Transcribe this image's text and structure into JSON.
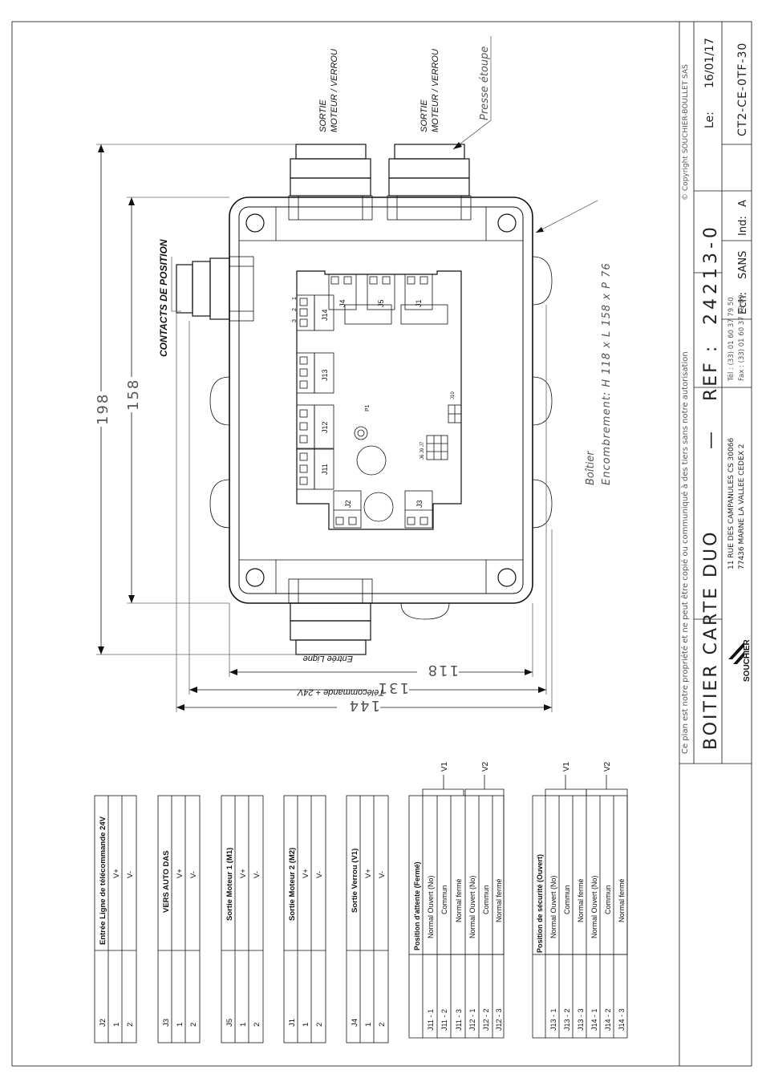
{
  "title_block": {
    "copyright_notice": "Ce plan est notre propriété et ne peut être copié ou communiqué à des tiers sans notre autorisation",
    "copyright": "© Copyright SOUCHIER-BOULLET SAS",
    "title": "BOITIER CARTE DUO",
    "dash": "—",
    "ref_label": "REF :",
    "ref": "24213-0",
    "date_label": "Le:",
    "date": "16/01/17",
    "code": "CT2-CE-0TF-30",
    "scale_label": "Ech:",
    "scale": "SANS",
    "index_label": "Ind:",
    "index": "A",
    "company": "SOUCHIER",
    "address_1": "11 RUE DES CAMPANULES CS 30066",
    "address_2": "77436 MARNE LA VALLEE CEDEX 2",
    "tel": "Tél : (33) 01 60 37 79 50",
    "fax": "Fax : (33) 01 60 37 79 89"
  },
  "drawing": {
    "label_sortie_1": "SORTIE",
    "label_sortie_1b": "MOTEUR / VERROU",
    "label_sortie_2": "SORTIE",
    "label_sortie_2b": "MOTEUR / VERROU",
    "presse_etoupe": "Presse étoupe",
    "contacts_position": "CONTACTS DE POSITION",
    "boitier": "Boîtier",
    "encombrement": "Encombrement: H 118 x L 158 x P 76",
    "entree_ligne": "Entrée Ligne",
    "telecommande": "Télécommande + 24V",
    "dim_198": "198",
    "dim_158": "158",
    "dim_118": "118",
    "dim_131": "131",
    "dim_144": "144",
    "connectors": [
      "J4",
      "J5",
      "J1",
      "J14",
      "J13",
      "J12",
      "J11",
      "J2",
      "J3",
      "J10",
      "J6 J9 J7",
      "P1"
    ],
    "pins_1": "1",
    "pins_2": "2",
    "pins_3": "3"
  },
  "tables": [
    {
      "id": "J2",
      "title": "Entrée Ligne de télécommande 24V",
      "rows": [
        [
          "1",
          "V+"
        ],
        [
          "2",
          "V-"
        ]
      ]
    },
    {
      "id": "J3",
      "title": "VERS AUTO DAS",
      "rows": [
        [
          "1",
          "V+"
        ],
        [
          "2",
          "V-"
        ]
      ]
    },
    {
      "id": "J5",
      "title": "Sortie Moteur 1 (M1)",
      "rows": [
        [
          "1",
          "V+"
        ],
        [
          "2",
          "V-"
        ]
      ]
    },
    {
      "id": "J1",
      "title": "Sortie Moteur 2 (M2)",
      "rows": [
        [
          "1",
          "V+"
        ],
        [
          "2",
          "V-"
        ]
      ]
    },
    {
      "id": "J4",
      "title": "Sortie Verrou (V1)",
      "rows": [
        [
          "1",
          "V+"
        ],
        [
          "2",
          "V-"
        ]
      ]
    }
  ],
  "position_tables": [
    {
      "title": "Position d'attente (Fermé)",
      "rows": [
        [
          "J11 - 1",
          "Normal Ouvert (No)"
        ],
        [
          "J11 - 2",
          "Commun"
        ],
        [
          "J11 - 3",
          "Normal fermé"
        ],
        [
          "J12 - 1",
          "Normal Ouvert (No)"
        ],
        [
          "J12 - 2",
          "Commun"
        ],
        [
          "J12 - 3",
          "Normal fermé"
        ]
      ],
      "groups": [
        "V1",
        "V2"
      ]
    },
    {
      "title": "Position de sécurité (Ouvert)",
      "rows": [
        [
          "J13 - 1",
          "Normal Ouvert (No)"
        ],
        [
          "J13 - 2",
          "Commun"
        ],
        [
          "J13 - 3",
          "Normal fermé"
        ],
        [
          "J14 - 1",
          "Normal Ouvert (No)"
        ],
        [
          "J14 - 2",
          "Commun"
        ],
        [
          "J14 - 3",
          "Normal fermé"
        ]
      ],
      "groups": [
        "V1",
        "V2"
      ]
    }
  ]
}
